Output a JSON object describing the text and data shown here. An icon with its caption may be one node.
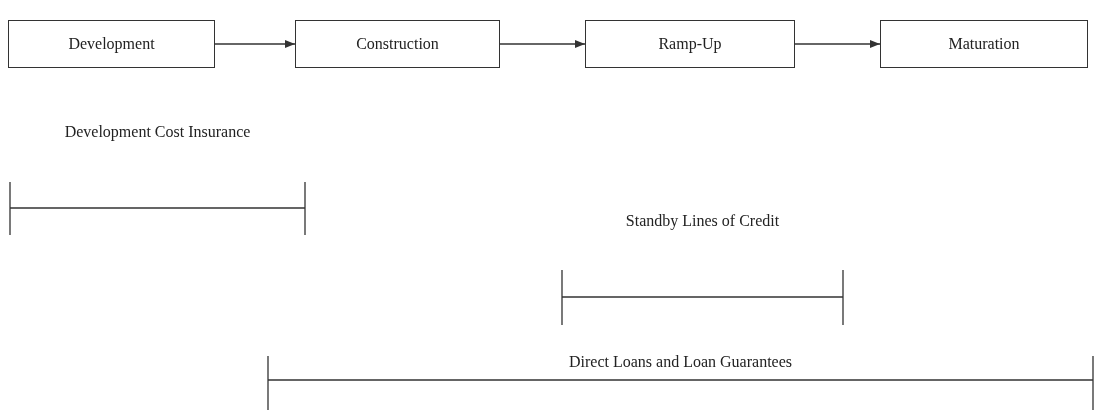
{
  "diagram": {
    "nodes": [
      {
        "text": [
          "Development"
        ]
      },
      {
        "text": [
          "Construction"
        ]
      },
      {
        "text": [
          "Ramp-Up"
        ]
      },
      {
        "text": [
          "Maturation"
        ]
      }
    ],
    "edges": [
      {
        "from": 0,
        "to": 1,
        "arrow": "to"
      },
      {
        "from": 1,
        "to": 2,
        "arrow": "to"
      },
      {
        "from": 2,
        "to": 3,
        "arrow": "to"
      }
    ],
    "labels": [
      "Development Cost Insurance",
      "Standby Lines of Credit",
      "Direct Loans and Loan Guarantees"
    ]
  }
}
